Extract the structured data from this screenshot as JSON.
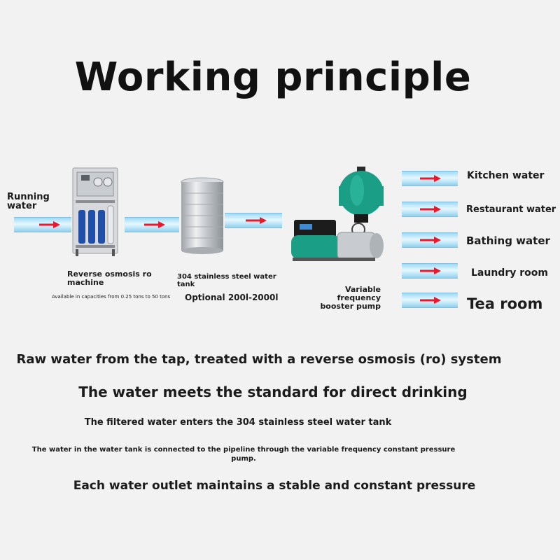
{
  "title": "Working principle",
  "inlet_label": "Running water",
  "ro_machine": {
    "label": "Reverse osmosis ro machine",
    "capacity_note": "Available in capacities from 0.25 tons to 50 tons"
  },
  "tank": {
    "label": "304 stainless steel water tank",
    "option": "Optional 200l-2000l"
  },
  "pump": {
    "label": "Variable frequency booster pump"
  },
  "outlets": [
    "Kitchen water",
    "Restaurant water",
    "Bathing water",
    "Laundry room",
    "Tea room"
  ],
  "descriptions": [
    "Raw water from the tap, treated with a reverse osmosis (ro) system",
    "The water meets the standard for direct drinking",
    "The filtered water enters the 304 stainless steel water tank",
    "The water in the water tank is connected to the pipeline through the variable frequency constant pressure pump.",
    "Each water outlet maintains a stable and constant pressure"
  ],
  "colors": {
    "pipe": "#bfe8f9",
    "arrow": "#e8192c",
    "pump_green": "#1b9e86",
    "ro_filter_blue": "#1f4fa8"
  },
  "icons": [
    "ro-machine-icon",
    "steel-tank-icon",
    "booster-pump-icon",
    "flow-arrow-icon"
  ]
}
